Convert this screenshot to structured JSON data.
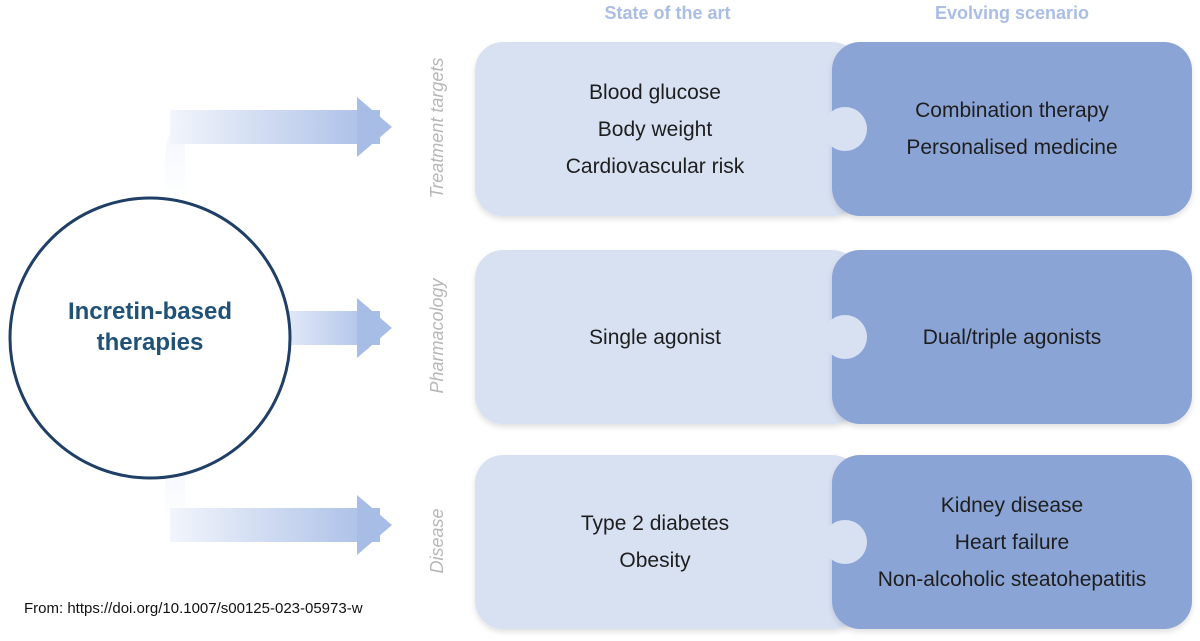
{
  "headers": {
    "state": "State of the art",
    "evolving": "Evolving scenario"
  },
  "hub": {
    "line1": "Incretin-based",
    "line2": "therapies"
  },
  "rows": [
    {
      "label": "Treatment targets",
      "state": [
        "Blood glucose",
        "Body weight",
        "Cardiovascular risk"
      ],
      "evolving": [
        "Combination therapy",
        "Personalised medicine"
      ]
    },
    {
      "label": "Pharmacology",
      "state": [
        "Single agonist"
      ],
      "evolving": [
        "Dual/triple agonists"
      ]
    },
    {
      "label": "Disease",
      "state": [
        "Type 2 diabetes",
        "Obesity"
      ],
      "evolving": [
        "Kidney disease",
        "Heart failure",
        "Non-alcoholic steatohepatitis"
      ]
    }
  ],
  "source": "From:  https://doi.org/10.1007/s00125-023-05973-w",
  "colors": {
    "state_box": "#d8e1f2",
    "evolving_box": "#8aa4d6",
    "arrow": "#a7bde6",
    "hub_border": "#1f3f66",
    "hub_text": "#1f5276"
  }
}
